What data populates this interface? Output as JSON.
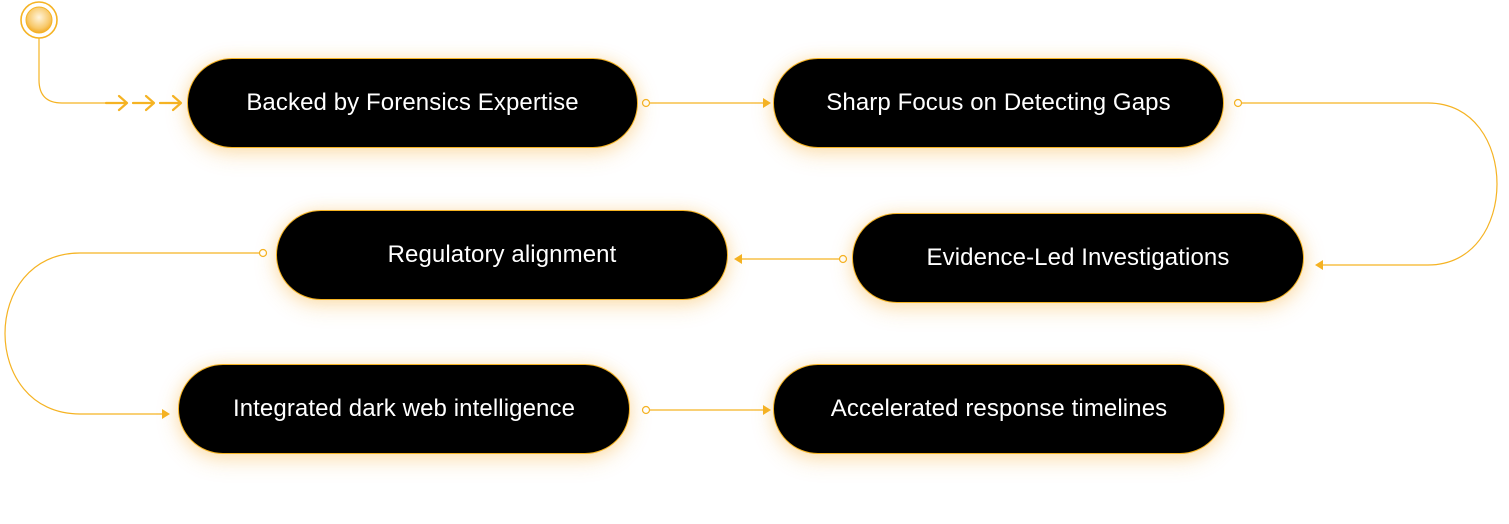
{
  "accent_color": "#f5b323",
  "pill_background": "#000000",
  "start_marker": "start-ring-icon",
  "steps": [
    {
      "label": "Backed by Forensics Expertise"
    },
    {
      "label": "Sharp Focus on Detecting Gaps"
    },
    {
      "label": "Evidence-Led Investigations"
    },
    {
      "label": "Regulatory alignment"
    },
    {
      "label": "Integrated dark web intelligence"
    },
    {
      "label": "Accelerated response timelines"
    }
  ]
}
